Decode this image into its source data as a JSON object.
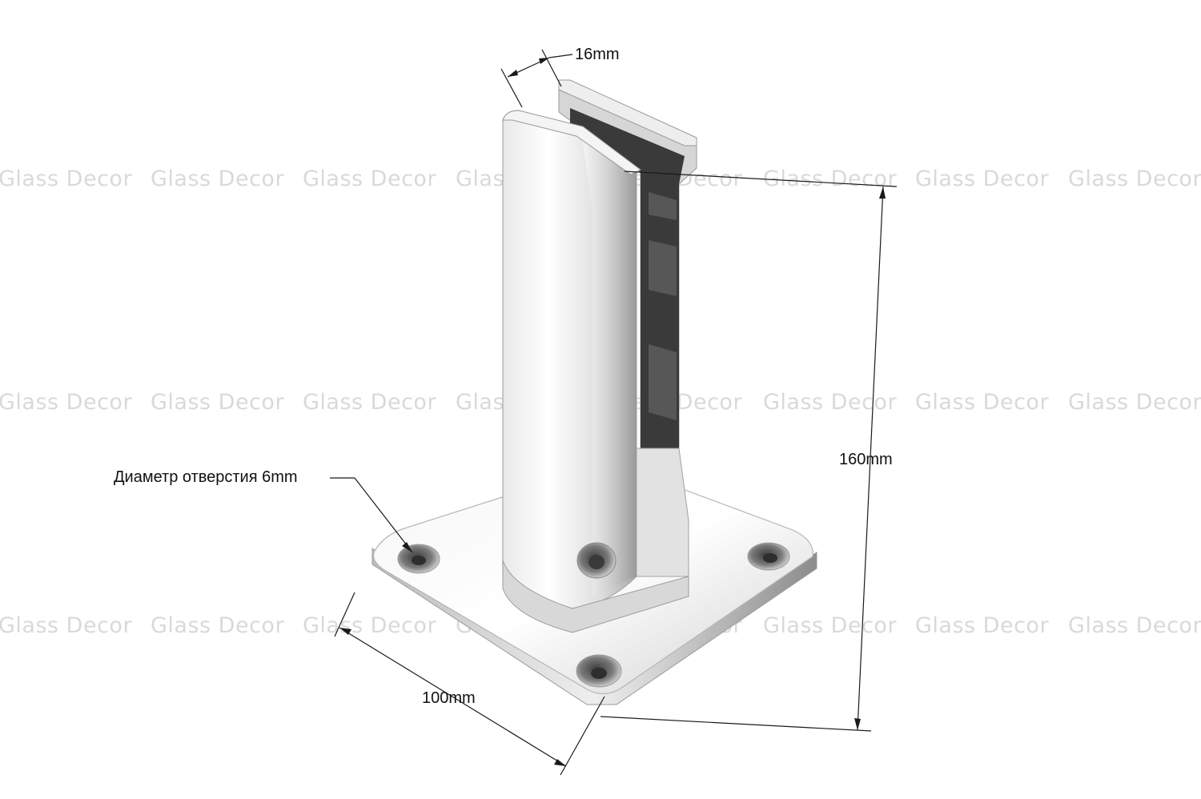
{
  "watermark": {
    "text": "Glass Decor",
    "color": "#d9d9d9"
  },
  "dimensions": {
    "gap_width": "16mm",
    "height": "160mm",
    "base_width": "100mm",
    "hole_diameter": "Диаметр отверстия 6mm"
  },
  "colors": {
    "background": "#ffffff",
    "steel_light": "#f4f4f4",
    "steel_mid": "#c8c8c8",
    "steel_dark": "#6e6e6e",
    "rubber": "#3a3a3a"
  }
}
